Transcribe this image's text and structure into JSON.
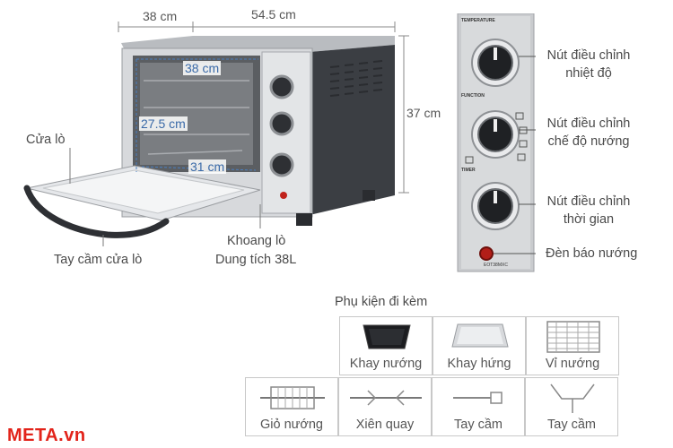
{
  "dimensions": {
    "depth": "38 cm",
    "width": "54.5 cm",
    "height": "37 cm",
    "inner_width": "38 cm",
    "inner_depth": "27.5 cm",
    "inner_bottom": "31 cm"
  },
  "oven_labels": {
    "door": "Cửa lò",
    "door_handle": "Tay cầm cửa lò",
    "cavity_line1": "Khoang lò",
    "cavity_line2": "Dung tích 38L"
  },
  "panel": {
    "temperature_caption": "TEMPERATURE",
    "function_caption": "FUNCTION",
    "timer_caption": "TIMER",
    "model": "EOT38MXC",
    "temp_label_1": "Nút điều chỉnh",
    "temp_label_2": "nhiệt độ",
    "func_label_1": "Nút điều chỉnh",
    "func_label_2": "chế độ nướng",
    "timer_label_1": "Nút điều chỉnh",
    "timer_label_2": "thời gian",
    "lamp_label": "Đèn báo nướng"
  },
  "accessories": {
    "title": "Phụ kiện đi kèm",
    "items": [
      {
        "label": "Khay nướng",
        "icon": "baking-tray-icon"
      },
      {
        "label": "Khay hứng",
        "icon": "drip-tray-icon"
      },
      {
        "label": "Vỉ nướng",
        "icon": "wire-rack-icon"
      },
      {
        "label": "Giỏ nướng",
        "icon": "rotisserie-basket-icon"
      },
      {
        "label": "Xiên quay",
        "icon": "rotisserie-spit-icon"
      },
      {
        "label": "Tay cầm",
        "icon": "spit-handle-icon"
      },
      {
        "label": "Tay cầm",
        "icon": "tray-handle-icon"
      }
    ]
  },
  "brand": {
    "logo": "META.vn",
    "accent": "#e2231a"
  }
}
